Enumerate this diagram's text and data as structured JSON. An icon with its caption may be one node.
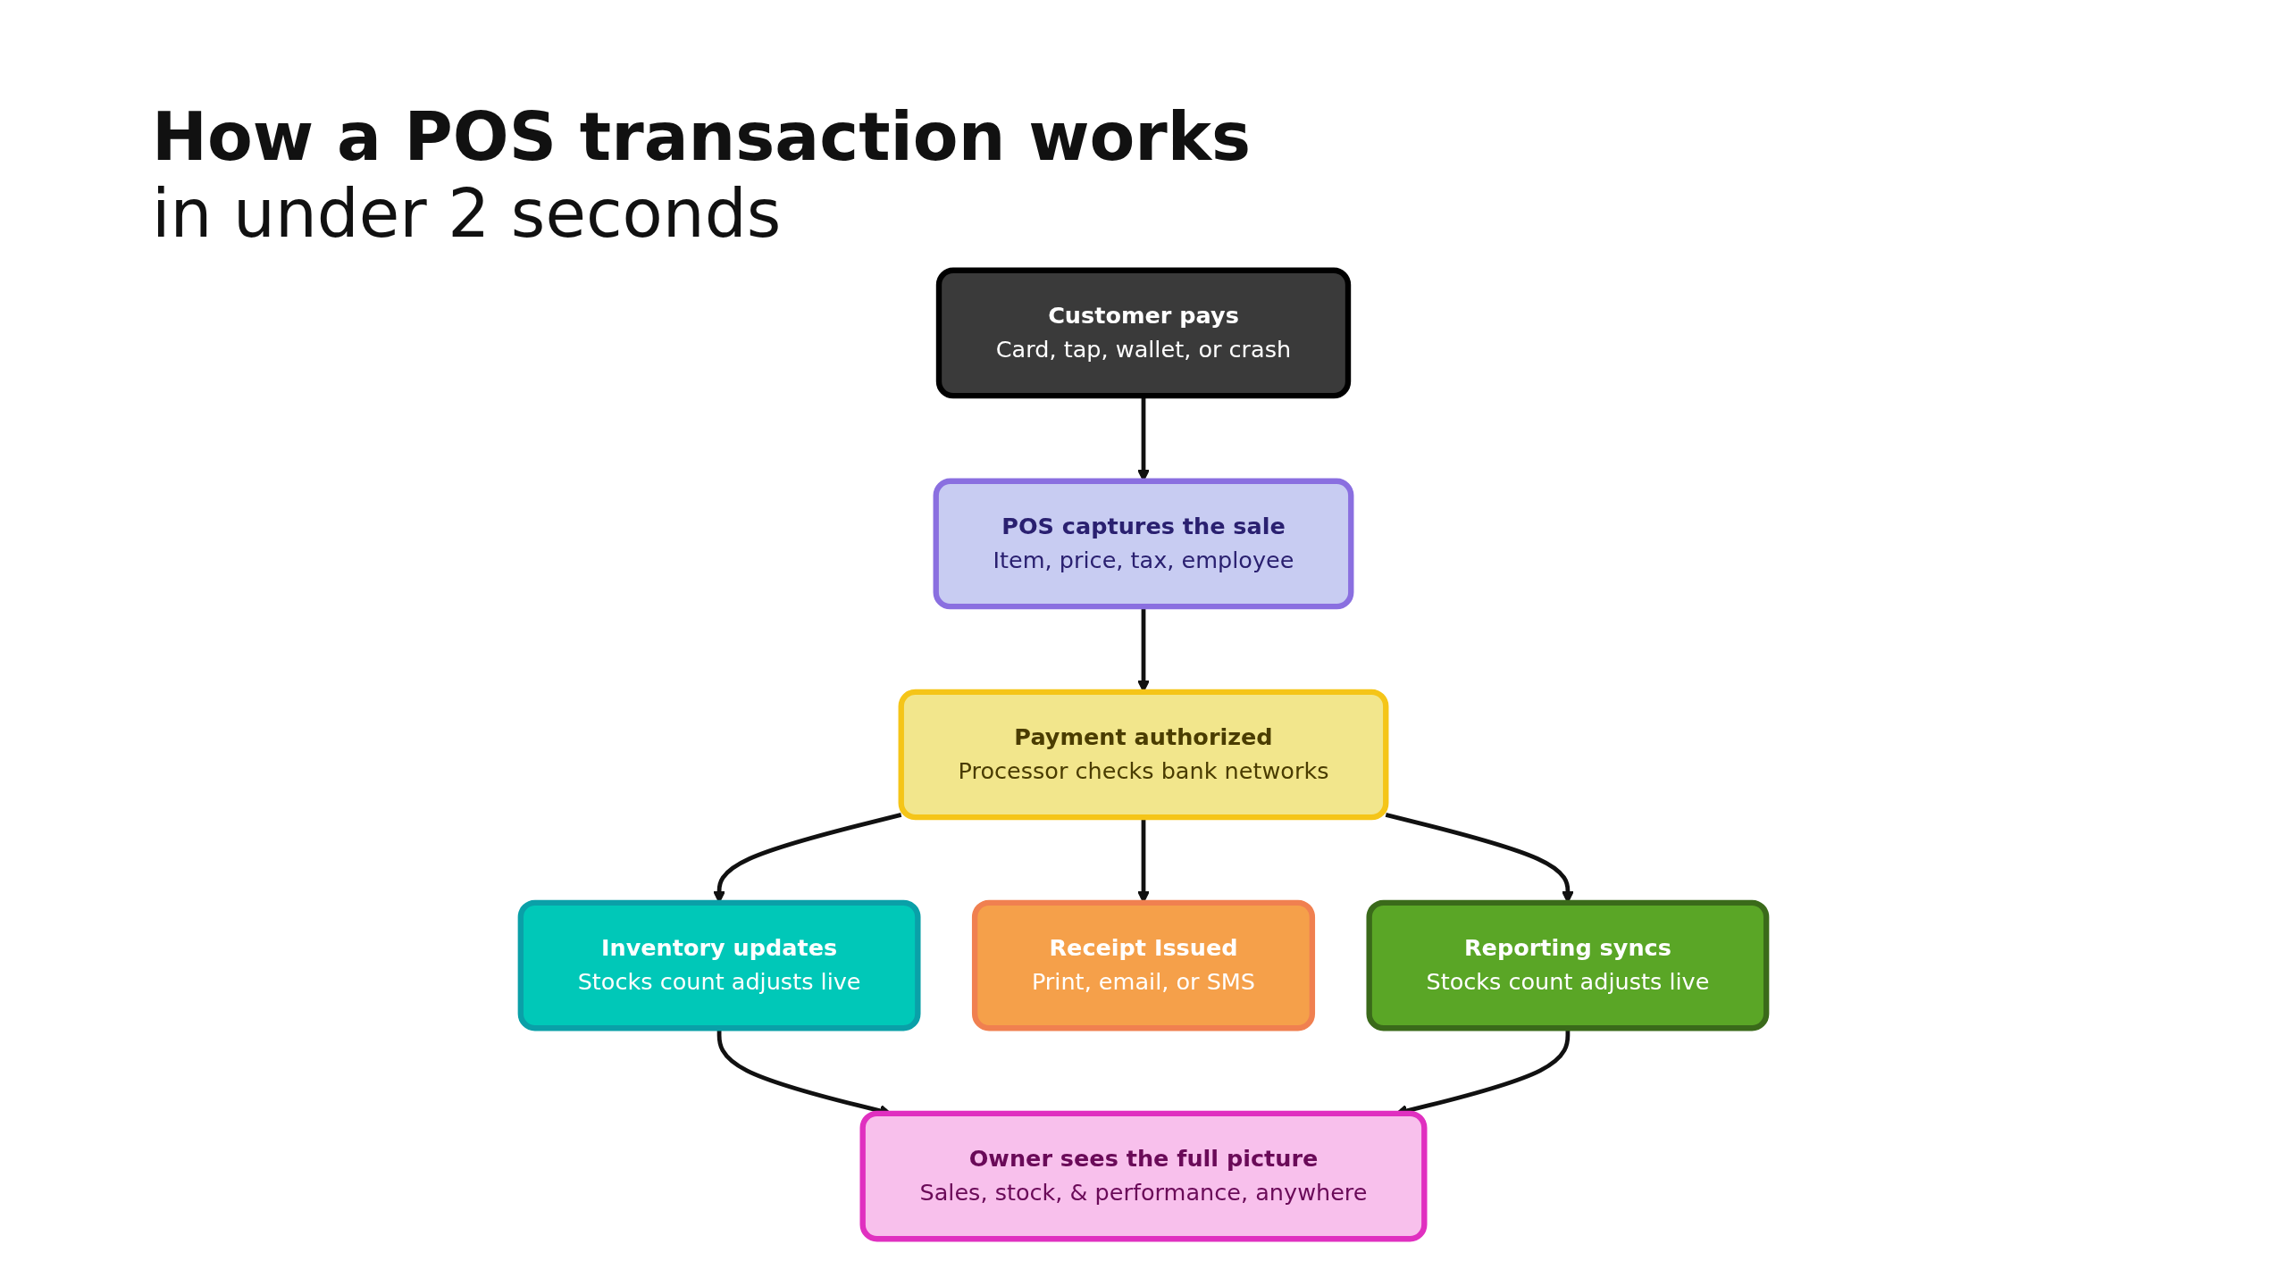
{
  "diagram": {
    "title": "How a POS transaction works",
    "nodes": [
      {
        "text": [
          "Customer pays",
          "Card, tap, wallet, or crash"
        ]
      },
      {
        "text": [
          "POS captures the sale",
          "Item, price, tax, employee"
        ]
      },
      {
        "text": [
          "Payment authorized",
          "Processor checks bank networks"
        ]
      },
      {
        "text": [
          "Inventory updates",
          "Stocks count adjusts live"
        ]
      },
      {
        "text": [
          "Receipt Issued",
          "Print, email, or SMS"
        ]
      },
      {
        "text": [
          "Reporting syncs",
          "Stocks count adjusts live"
        ]
      },
      {
        "text": [
          "Owner sees the full picture",
          "Sales, stock, & performance, anywhere"
        ]
      }
    ],
    "edges": [
      {
        "from": 0,
        "to": 1,
        "arrow": "to"
      },
      {
        "from": 1,
        "to": 2,
        "arrow": "to"
      },
      {
        "from": 2,
        "to": 3,
        "arrow": "to"
      },
      {
        "from": 2,
        "to": 4,
        "arrow": "to"
      },
      {
        "from": 2,
        "to": 5,
        "arrow": "to"
      },
      {
        "from": 3,
        "to": 6,
        "arrow": "to"
      },
      {
        "from": 5,
        "to": 6,
        "arrow": "to"
      }
    ],
    "labels": [
      "in under 2 seconds"
    ]
  }
}
